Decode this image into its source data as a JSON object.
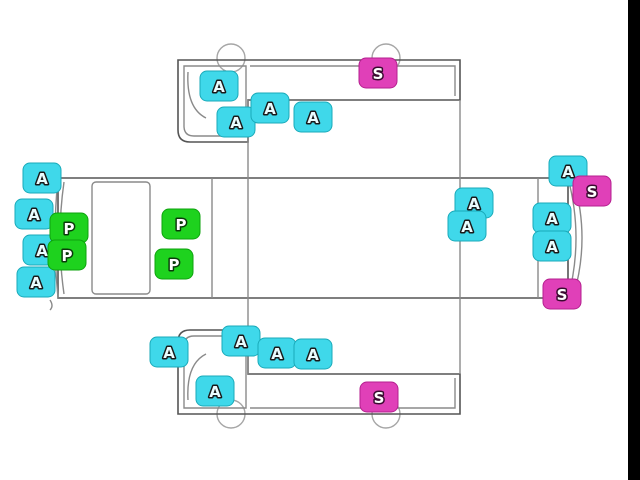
{
  "legend_codes": {
    "A": "A",
    "P": "P",
    "S": "S"
  },
  "colors": {
    "A": {
      "fill": "#3fd8ea",
      "edge": "#19aab9",
      "text": "#eafdff",
      "outline": "#1a1a1a"
    },
    "P": {
      "fill": "#1ed21e",
      "edge": "#0ea30e",
      "text": "#ffffff",
      "outline": "#0a3a0a"
    },
    "S": {
      "fill": "#e040b8",
      "edge": "#b51f8f",
      "text": "#ffffff",
      "outline": "#3a0a30"
    }
  },
  "markers": [
    {
      "group": "top-side",
      "code": "A"
    },
    {
      "group": "top-side",
      "code": "S"
    },
    {
      "group": "top-side",
      "code": "A"
    },
    {
      "group": "top-side",
      "code": "A"
    },
    {
      "group": "top-side",
      "code": "A"
    },
    {
      "group": "front",
      "code": "A"
    },
    {
      "group": "front",
      "code": "A"
    },
    {
      "group": "front",
      "code": "A"
    },
    {
      "group": "front",
      "code": "A"
    },
    {
      "group": "front",
      "code": "P"
    },
    {
      "group": "front",
      "code": "P"
    },
    {
      "group": "cab",
      "code": "P"
    },
    {
      "group": "cab",
      "code": "P"
    },
    {
      "group": "roof",
      "code": "A"
    },
    {
      "group": "roof",
      "code": "A"
    },
    {
      "group": "rear",
      "code": "A"
    },
    {
      "group": "rear",
      "code": "S"
    },
    {
      "group": "rear",
      "code": "A"
    },
    {
      "group": "rear",
      "code": "A"
    },
    {
      "group": "rear",
      "code": "S"
    },
    {
      "group": "bottom-side",
      "code": "A"
    },
    {
      "group": "bottom-side",
      "code": "A"
    },
    {
      "group": "bottom-side",
      "code": "A"
    },
    {
      "group": "bottom-side",
      "code": "A"
    },
    {
      "group": "bottom-side",
      "code": "A"
    },
    {
      "group": "bottom-side",
      "code": "S"
    }
  ]
}
